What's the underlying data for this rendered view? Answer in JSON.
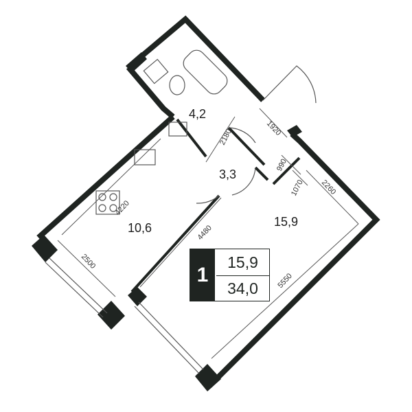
{
  "rooms": [
    {
      "id": "bathroom",
      "area": "4,2"
    },
    {
      "id": "hallway",
      "area": "3,3"
    },
    {
      "id": "kitchen",
      "area": "10,6"
    },
    {
      "id": "living",
      "area": "15,9"
    }
  ],
  "dimensions": [
    "1920",
    "2180",
    "990",
    "1070",
    "2260",
    "4220",
    "4480",
    "2500",
    "5550"
  ],
  "summary": {
    "rooms": "1",
    "living_area": "15,9",
    "total_area": "34,0"
  },
  "colors": {
    "wall": "#1f2421",
    "line": "#555555",
    "background": "#ffffff"
  }
}
